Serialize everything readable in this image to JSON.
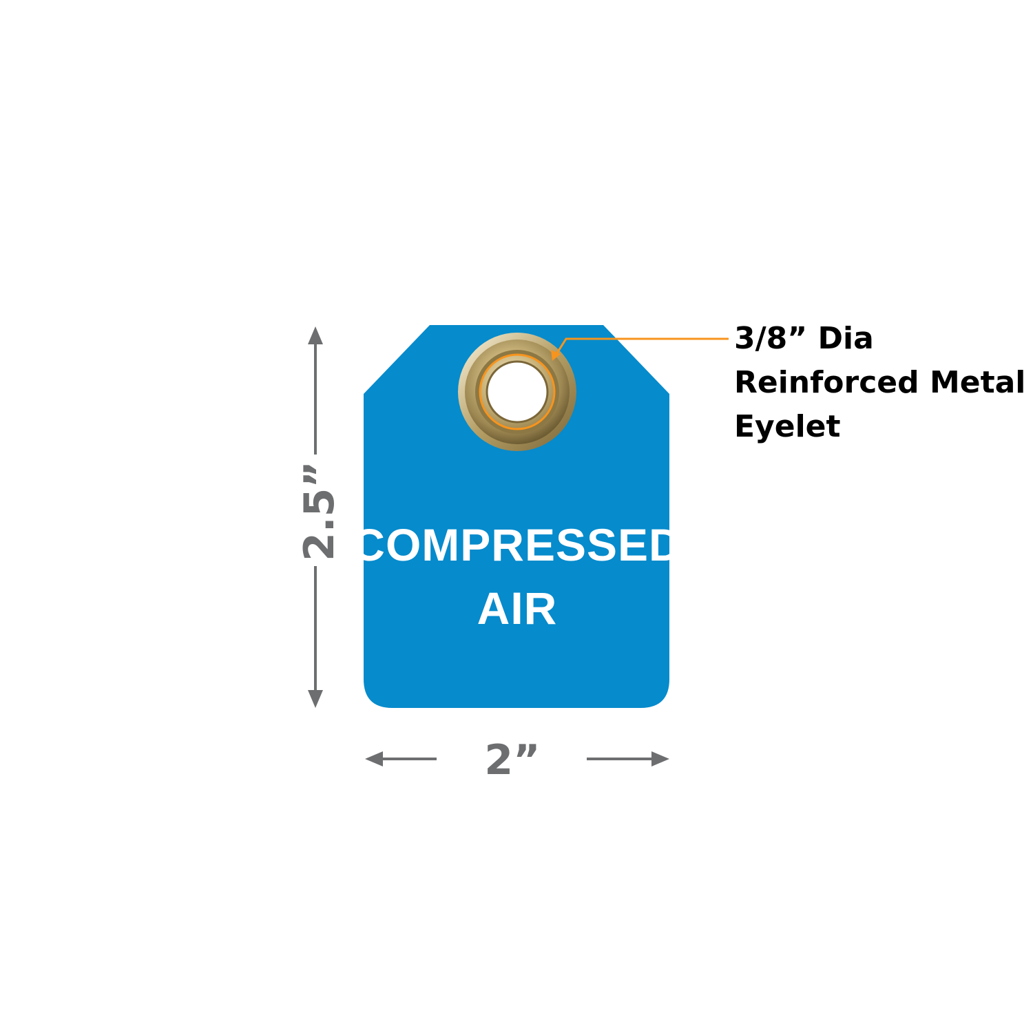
{
  "tag": {
    "line1": "COMPRESSED",
    "line2": "AIR",
    "color": "#068bcc"
  },
  "dimensions": {
    "height_label": "2.5”",
    "width_label": "2”",
    "dimension_color": "#6d6e70"
  },
  "callout": {
    "line1": "3/8” Dia",
    "line2": "Reinforced Metal",
    "line3": "Eyelet",
    "leader_color": "#f7941d"
  },
  "eyelet": {
    "color": "#c9b27a"
  }
}
